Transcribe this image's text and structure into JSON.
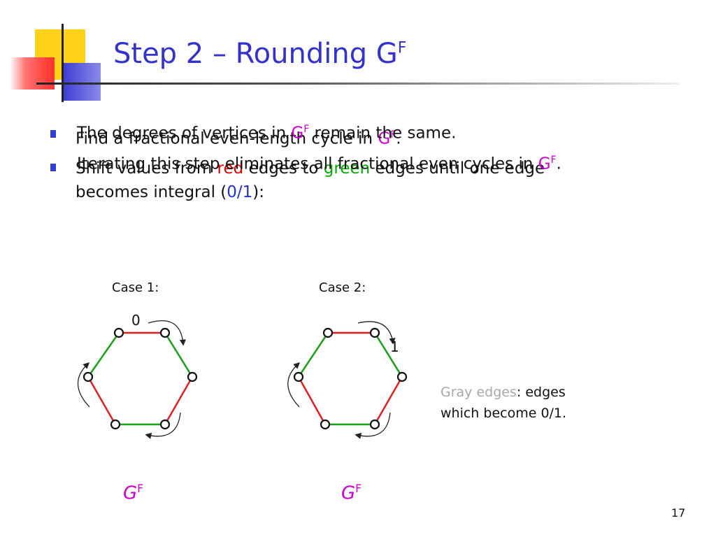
{
  "slide": {
    "title": "Step 2 – Rounding G",
    "title_sup": "F",
    "bullets": [
      {
        "line1_pre": "Find a fractional even-length cycle in ",
        "line1_g": "G",
        "line1_sup": "F",
        "line1_post": "."
      },
      {
        "line1_pre": "Shift values from ",
        "red_word": "red",
        "line1_mid": " edges to ",
        "green_word": "green",
        "line1_post": " edges until one edge",
        "line2_pre": "becomes integral (",
        "line2_value": "0/1",
        "line2_post": "):"
      }
    ],
    "overlay": {
      "line1_pre": "The degrees of vertices in ",
      "line1_g": "G",
      "line1_sup": "F",
      "line1_post": " remain the same.",
      "line2_pre": "Iterating this step eliminates all fractional even cycles in ",
      "line2_g": "G",
      "line2_sup": "F",
      "line2_post": "."
    },
    "cases": [
      {
        "label": "Case 1:",
        "edge_value": "0",
        "graph_label": "G",
        "graph_sup": "F"
      },
      {
        "label": "Case 2:",
        "edge_value": "1",
        "graph_label": "G",
        "graph_sup": "F"
      }
    ],
    "note": {
      "gray_part": "Gray edges",
      "rest_line1": ": edges",
      "line2": "which become 0/1."
    },
    "page_number": "17",
    "colors": {
      "title": "#3333cc",
      "red_edge": "#e02020",
      "green_edge": "#18a018",
      "magenta": "#cc00cc",
      "gray": "#a8a8a8"
    }
  }
}
